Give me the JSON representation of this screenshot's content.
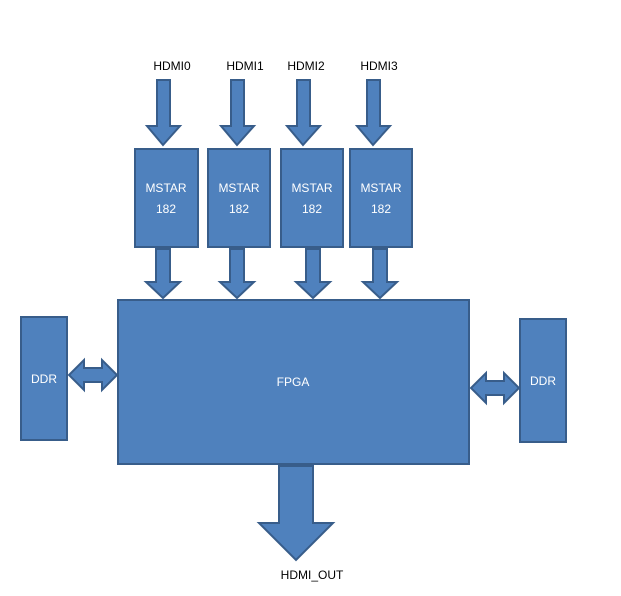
{
  "diagram": {
    "inputs": [
      {
        "label": "HDMI0",
        "chip_line1": "MSTAR",
        "chip_line2": "182"
      },
      {
        "label": "HDMI1",
        "chip_line1": "MSTAR",
        "chip_line2": "182"
      },
      {
        "label": "HDMI2",
        "chip_line1": "MSTAR",
        "chip_line2": "182"
      },
      {
        "label": "HDMI3",
        "chip_line1": "MSTAR",
        "chip_line2": "182"
      }
    ],
    "fpga_label": "FPGA",
    "ddr_left_label": "DDR",
    "ddr_right_label": "DDR",
    "output_label": "HDMI_OUT",
    "colors": {
      "fill": "#4f81bd",
      "stroke": "#385d8a",
      "text_on_box": "#ffffff"
    }
  }
}
